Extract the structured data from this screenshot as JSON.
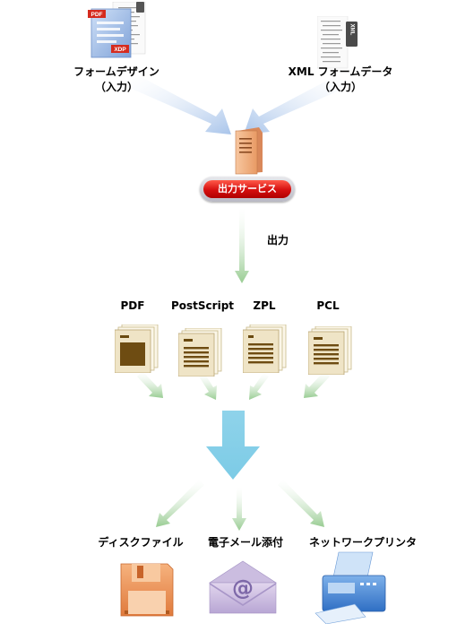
{
  "inputs": {
    "form_design": {
      "line1": "フォームデザイン",
      "line2": "（入力）",
      "badge_pdf": "PDF",
      "badge_xdp": "XDP"
    },
    "xml_data": {
      "line1": "XML フォームデータ",
      "line2": "（入力）",
      "badge": "XML"
    }
  },
  "service": {
    "label": "出力サービス"
  },
  "output_label": "出力",
  "formats": [
    "PDF",
    "PostScript",
    "ZPL",
    "PCL"
  ],
  "destinations": {
    "disk": "ディスクファイル",
    "email": "電子メール添付",
    "printer": "ネットワークプリンタ"
  },
  "colors": {
    "input_arrow": "#aac4e8",
    "output_arrow": "#9fd09a",
    "big_arrow": "#8fd3ea",
    "service_red": "#d50f0f"
  }
}
